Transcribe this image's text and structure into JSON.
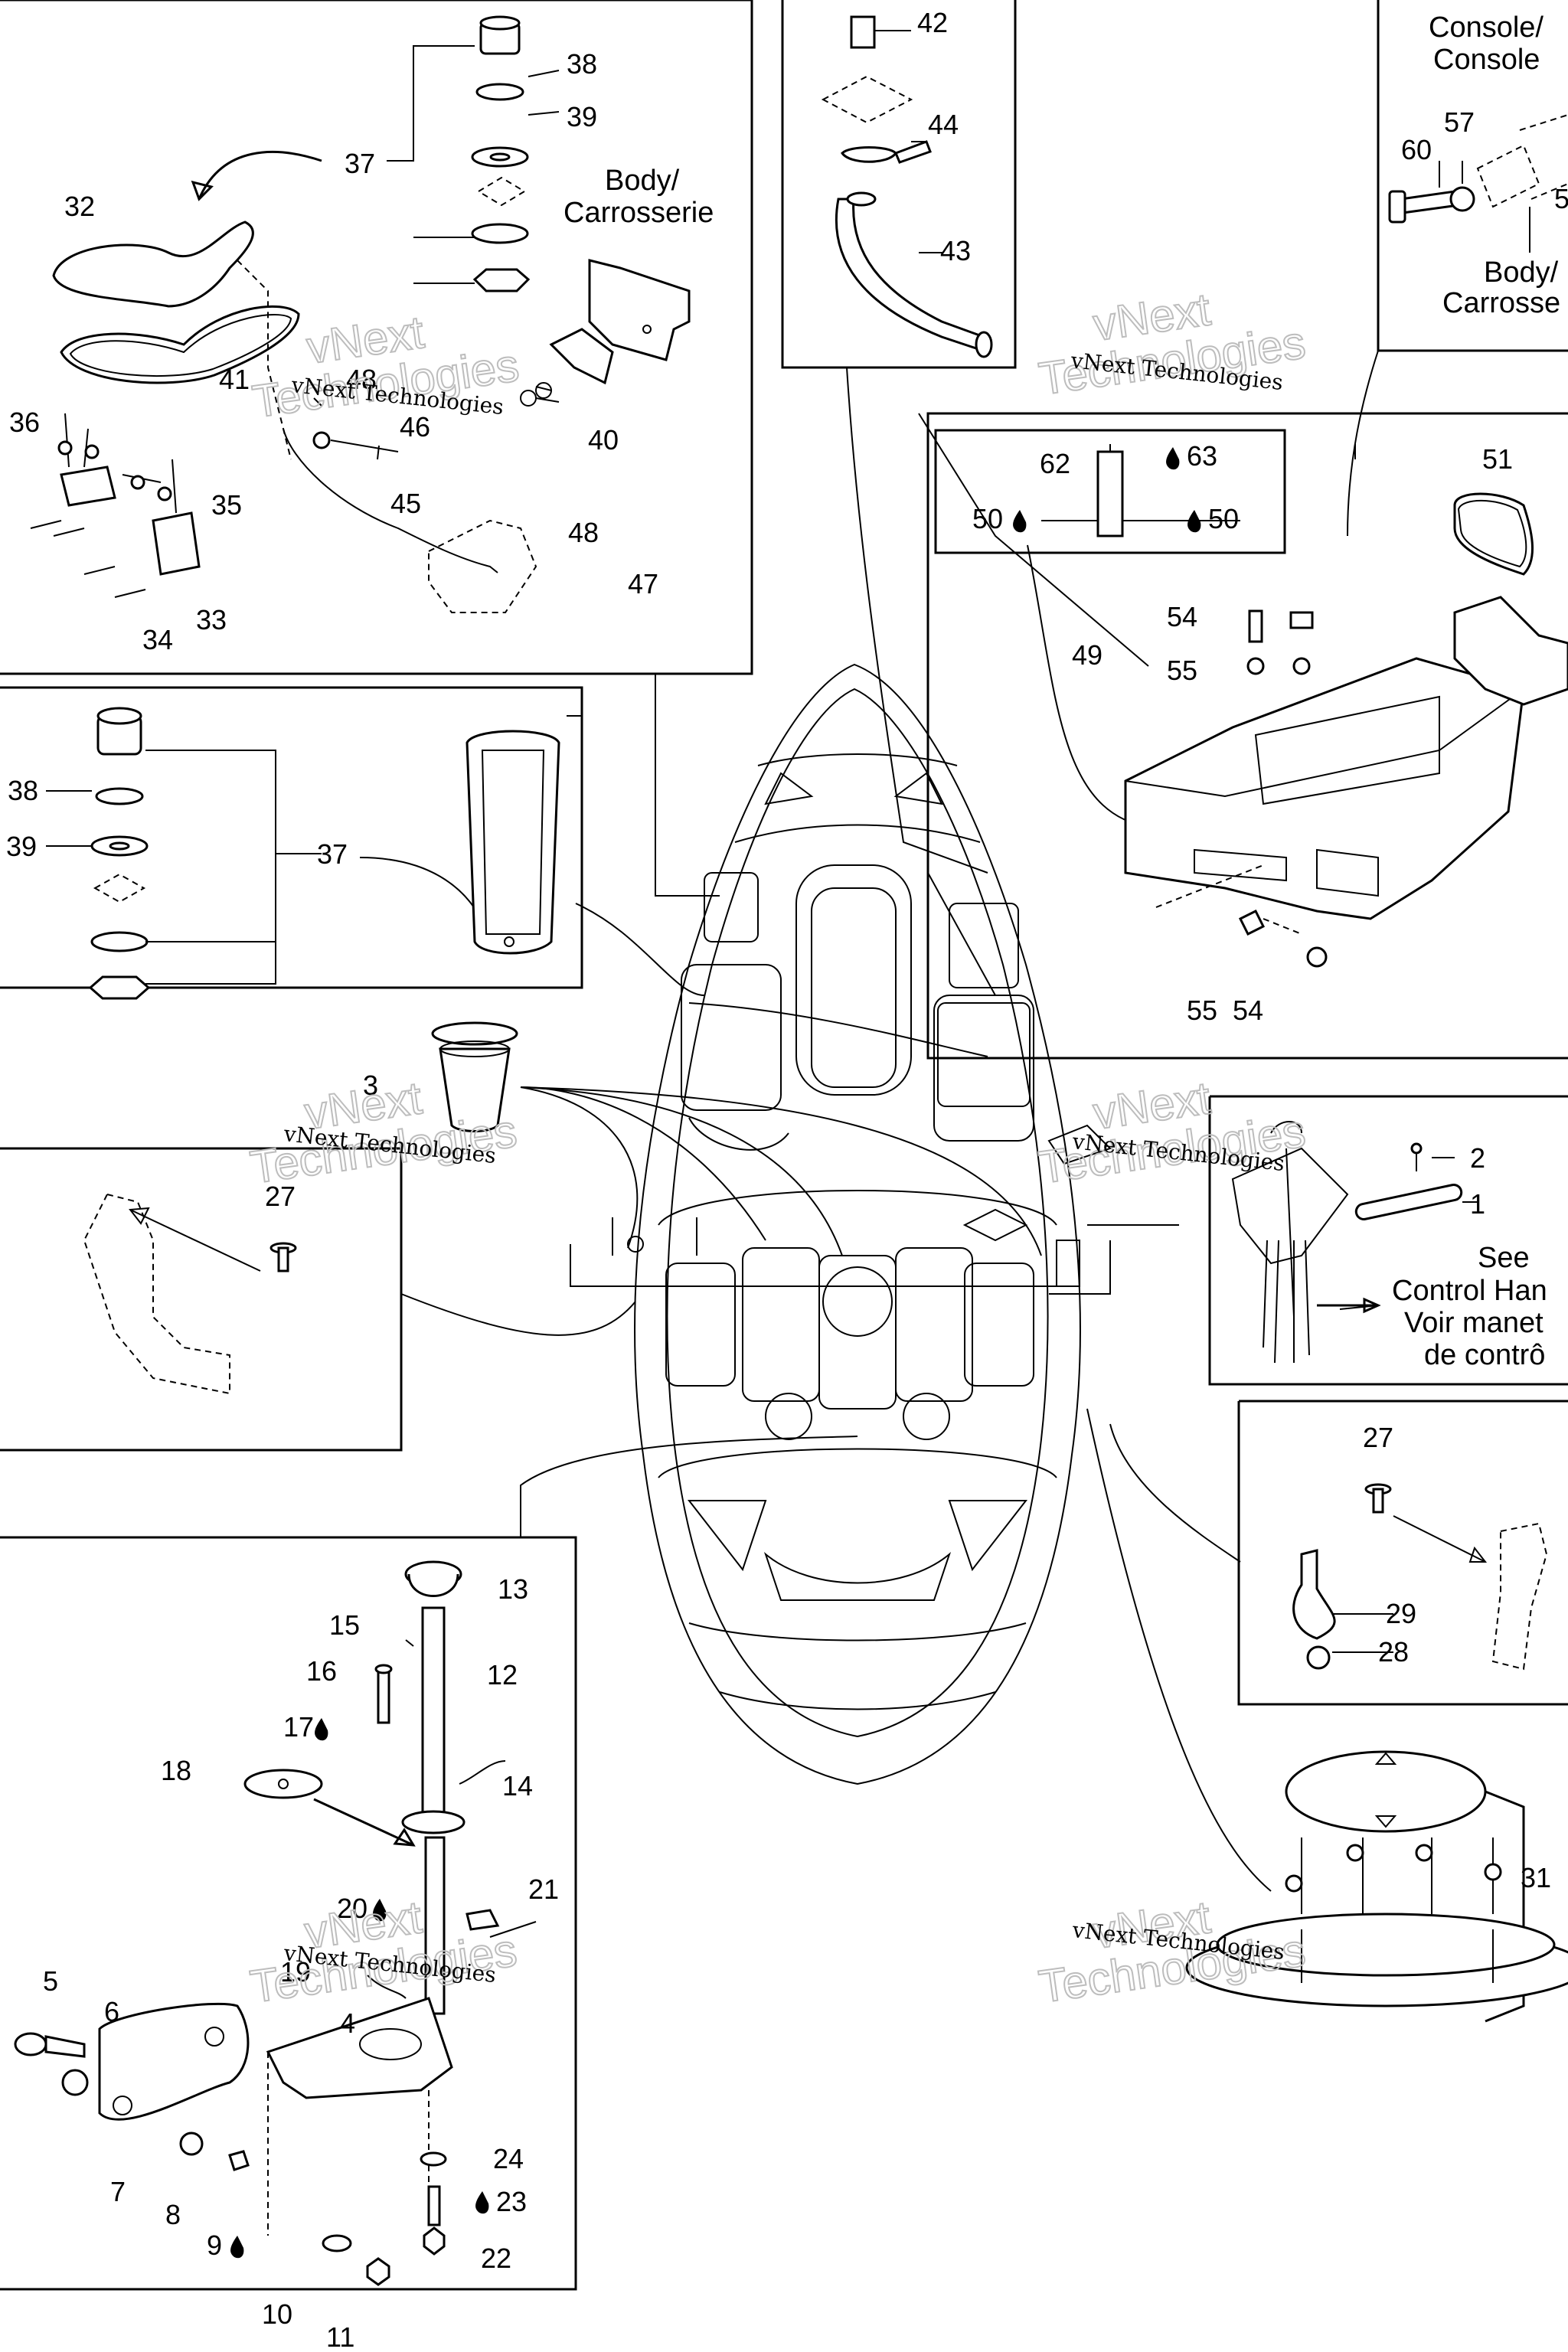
{
  "watermark": {
    "company": "vNext Technologies",
    "word_top": "vNext",
    "word_bottom": "Technologies"
  },
  "labels": {
    "body_carrosserie": [
      "Body/",
      "Carrosserie"
    ],
    "console": [
      "Console/",
      "Console"
    ],
    "body_carrosse_right": [
      "Body/",
      "Carrosse"
    ],
    "see_control": [
      "See",
      "Control Han",
      "Voir manet",
      "de contrô"
    ]
  },
  "callouts": {
    "n1": "1",
    "n2": "2",
    "n3": "3",
    "n4": "4",
    "n5": "5",
    "n6": "6",
    "n7": "7",
    "n8": "8",
    "n9": "9",
    "n10": "10",
    "n11": "11",
    "n12": "12",
    "n13": "13",
    "n14": "14",
    "n15": "15",
    "n16": "16",
    "n17": "17",
    "n18": "18",
    "n19": "19",
    "n20": "20",
    "n21": "21",
    "n22": "22",
    "n23": "23",
    "n24": "24",
    "n27": "27",
    "n28": "28",
    "n29": "29",
    "n31": "31",
    "n32": "32",
    "n33": "33",
    "n34": "34",
    "n35": "35",
    "n36": "36",
    "n37": "37",
    "n38": "38",
    "n39": "39",
    "n40": "40",
    "n41": "41",
    "n42": "42",
    "n43": "43",
    "n44": "44",
    "n45": "45",
    "n46": "46",
    "n47": "47",
    "n48": "48",
    "n49": "49",
    "n50": "50",
    "n51": "51",
    "n54": "54",
    "n55": "55",
    "n57": "57",
    "n60": "60",
    "n62": "62",
    "n63": "63"
  },
  "icons": {
    "adhesive": "drop-icon"
  }
}
